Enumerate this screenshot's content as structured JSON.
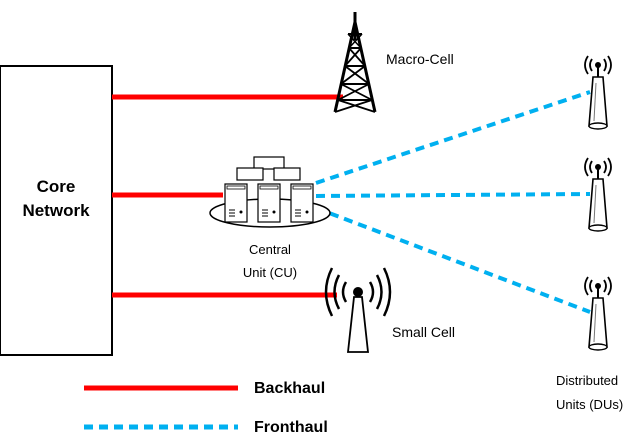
{
  "core_network": {
    "line1": "Core",
    "line2": "Network"
  },
  "macro_cell": {
    "label": "Macro-Cell"
  },
  "central_unit": {
    "line1": "Central",
    "line2": "Unit (CU)"
  },
  "small_cell": {
    "label": "Small Cell"
  },
  "distributed_units": {
    "line1": "Distributed",
    "line2": "Units (DUs)"
  },
  "legend": {
    "backhaul": "Backhaul",
    "fronthaul": "Fronthaul"
  },
  "colors": {
    "backhaul": "#ff0000",
    "fronthaul": "#00b0f0"
  }
}
